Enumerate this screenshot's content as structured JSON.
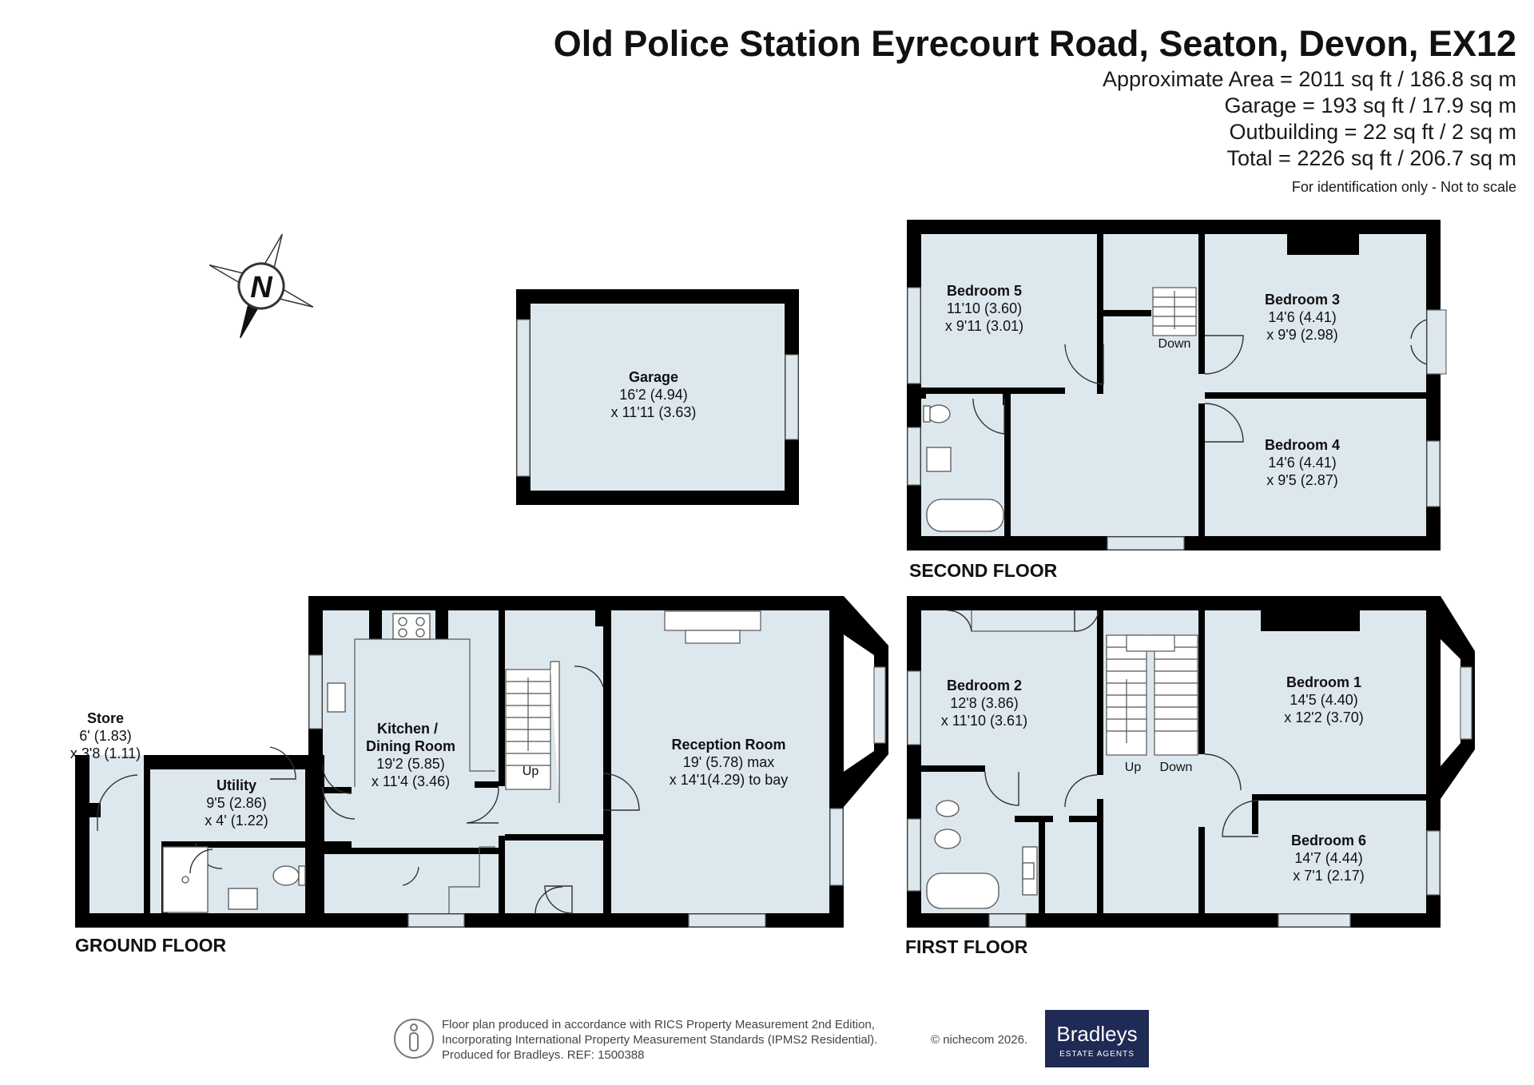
{
  "header": {
    "title": "Old Police Station Eyrecourt Road, Seaton, Devon, EX12",
    "areas": [
      "Approximate Area = 2011 sq ft / 186.8 sq m",
      "Garage = 193 sq ft / 17.9 sq m",
      "Outbuilding = 22 sq ft / 2 sq m",
      "Total = 2226 sq ft / 206.7 sq m"
    ],
    "note": "For identification only - Not to scale"
  },
  "compass": {
    "label": "N",
    "icon": "north-compass-icon"
  },
  "floors": {
    "ground": "GROUND FLOOR",
    "first": "FIRST FLOOR",
    "second": "SECOND FLOOR"
  },
  "rooms": {
    "garage": {
      "name": "Garage",
      "dim1": "16'2 (4.94)",
      "dim2": "x 11'11 (3.63)"
    },
    "bedroom5": {
      "name": "Bedroom 5",
      "dim1": "11'10 (3.60)",
      "dim2": "x 9'11 (3.01)"
    },
    "bedroom3": {
      "name": "Bedroom 3",
      "dim1": "14'6 (4.41)",
      "dim2": "x 9'9 (2.98)"
    },
    "bedroom4": {
      "name": "Bedroom 4",
      "dim1": "14'6 (4.41)",
      "dim2": "x 9'5 (2.87)"
    },
    "store": {
      "name": "Store",
      "dim1": "6' (1.83)",
      "dim2": "x 3'8 (1.11)"
    },
    "utility": {
      "name": "Utility",
      "dim1": "9'5 (2.86)",
      "dim2": "x 4' (1.22)"
    },
    "kitchen": {
      "name1": "Kitchen /",
      "name2": "Dining Room",
      "dim1": "19'2 (5.85)",
      "dim2": "x 11'4 (3.46)"
    },
    "reception": {
      "name": "Reception Room",
      "dim1": "19' (5.78) max",
      "dim2": "x 14'1(4.29) to bay"
    },
    "bedroom2": {
      "name": "Bedroom 2",
      "dim1": "12'8 (3.86)",
      "dim2": "x 11'10 (3.61)"
    },
    "bedroom1": {
      "name": "Bedroom 1",
      "dim1": "14'5 (4.40)",
      "dim2": "x 12'2 (3.70)"
    },
    "bedroom6": {
      "name": "Bedroom 6",
      "dim1": "14'7 (4.44)",
      "dim2": "x 7'1 (2.17)"
    }
  },
  "stairs": {
    "down_second": "Down",
    "up_ground": "Up",
    "up_first": "Up",
    "down_first": "Down"
  },
  "footer": {
    "line1": "Floor plan produced in accordance with RICS Property Measurement 2nd Edition,",
    "line2": "Incorporating International Property Measurement Standards (IPMS2 Residential).",
    "line3": "Produced for Bradleys.   REF: 1500388",
    "copyright": "© nichecom 2026.",
    "brand": "Bradleys",
    "brand_sub": "ESTATE AGENTS",
    "brand_color": "#1f2a55"
  }
}
